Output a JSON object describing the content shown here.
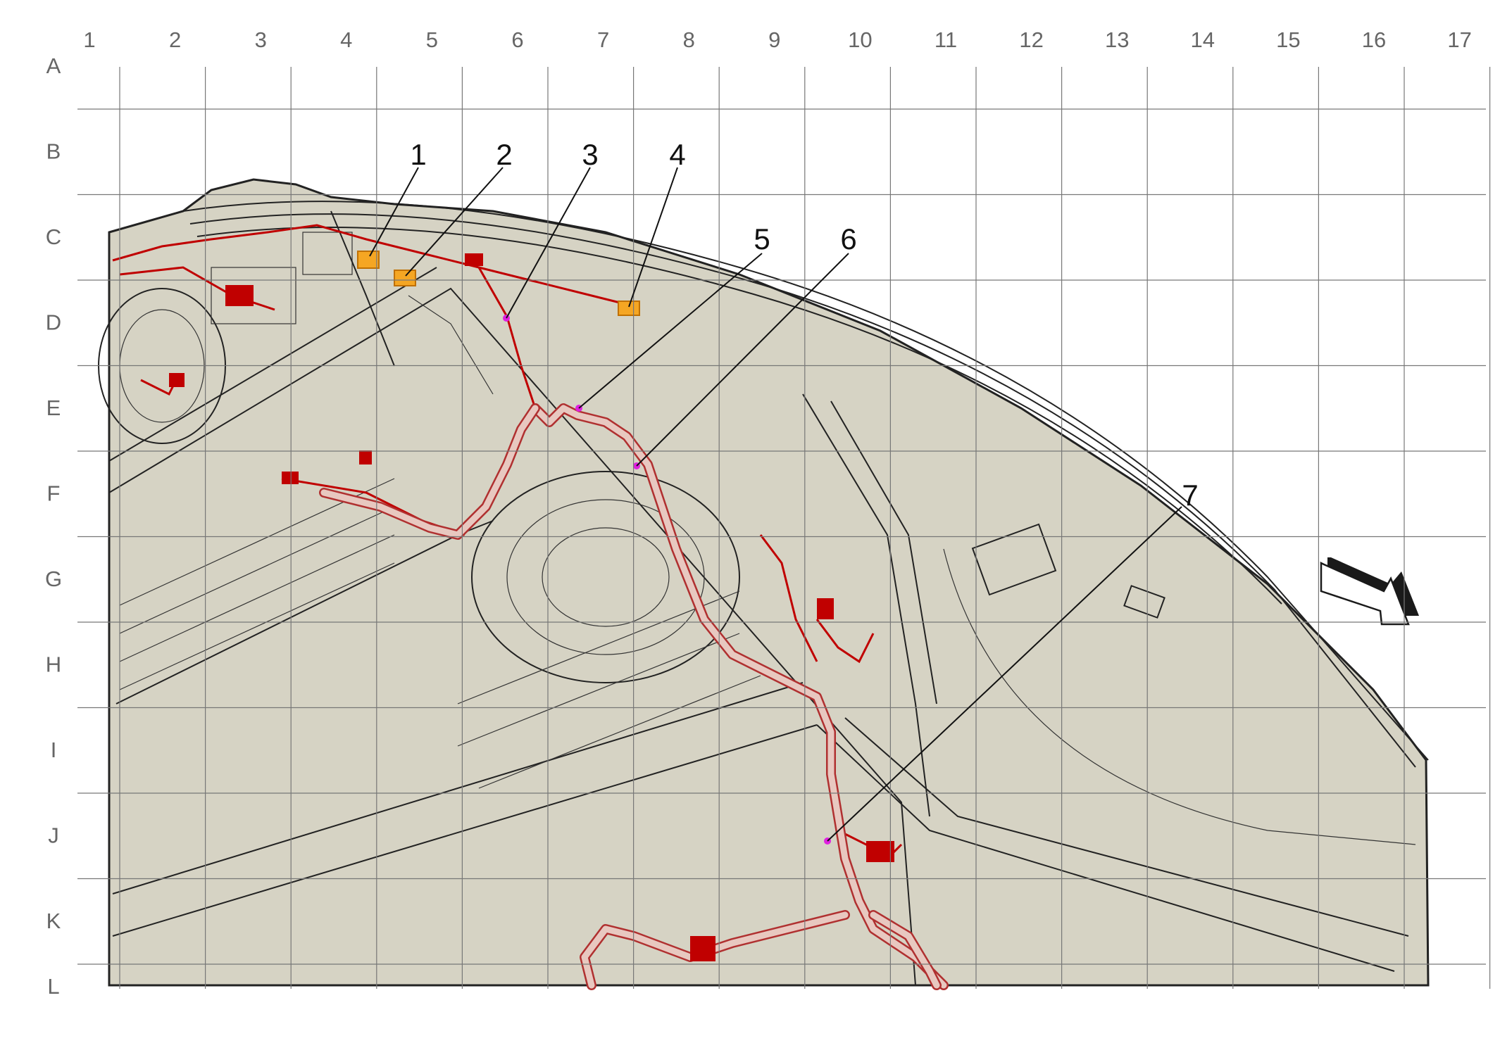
{
  "columns": [
    "1",
    "2",
    "3",
    "4",
    "5",
    "6",
    "7",
    "8",
    "9",
    "10",
    "11",
    "12",
    "13",
    "14",
    "15",
    "16",
    "17"
  ],
  "rows": [
    "A",
    "B",
    "C",
    "D",
    "E",
    "F",
    "G",
    "H",
    "I",
    "J",
    "K",
    "L"
  ],
  "callouts": [
    {
      "label": "1"
    },
    {
      "label": "2"
    },
    {
      "label": "3"
    },
    {
      "label": "4"
    },
    {
      "label": "5"
    },
    {
      "label": "6"
    },
    {
      "label": "7"
    }
  ],
  "colors": {
    "body_fill": "#d6d3c4",
    "harness": "#c00000",
    "connector_orange": "#f5a623",
    "splice_magenta": "#e020e0",
    "grid": "#777777",
    "labels": "#666666"
  },
  "icons": {
    "direction": "front-direction-arrow-icon"
  }
}
